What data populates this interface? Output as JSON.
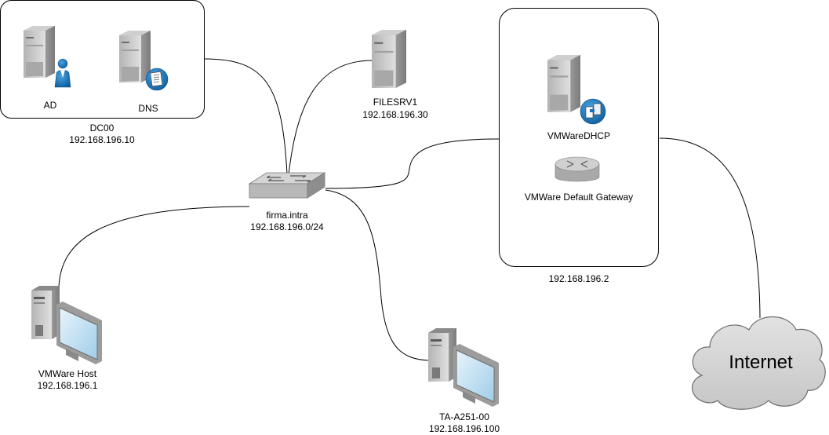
{
  "diagram": {
    "dc00": {
      "name": "DC00",
      "ip": "192.168.196.10",
      "ad_label": "AD",
      "dns_label": "DNS"
    },
    "filesrv": {
      "name": "FILESRV1",
      "ip": "192.168.196.30"
    },
    "switch": {
      "name": "firma.intra",
      "subnet": "192.168.196.0/24"
    },
    "vmware_group": {
      "dhcp_label": "VMWareDHCP",
      "gateway_label": "VMWare Default Gateway",
      "ip": "192.168.196.2"
    },
    "vmware_host": {
      "name": "VMWare Host",
      "ip": "192.168.196.1"
    },
    "client": {
      "name": "TA-A251-00",
      "ip": "192.168.196.100"
    },
    "internet": {
      "label": "Internet"
    }
  },
  "colors": {
    "server_light": "#d9d9d9",
    "server_dark": "#8c8c8c",
    "badge_blue": "#1b6fb5",
    "cloud_fill": "#d3d3d3",
    "screen_blue": "#b9dcf2"
  }
}
